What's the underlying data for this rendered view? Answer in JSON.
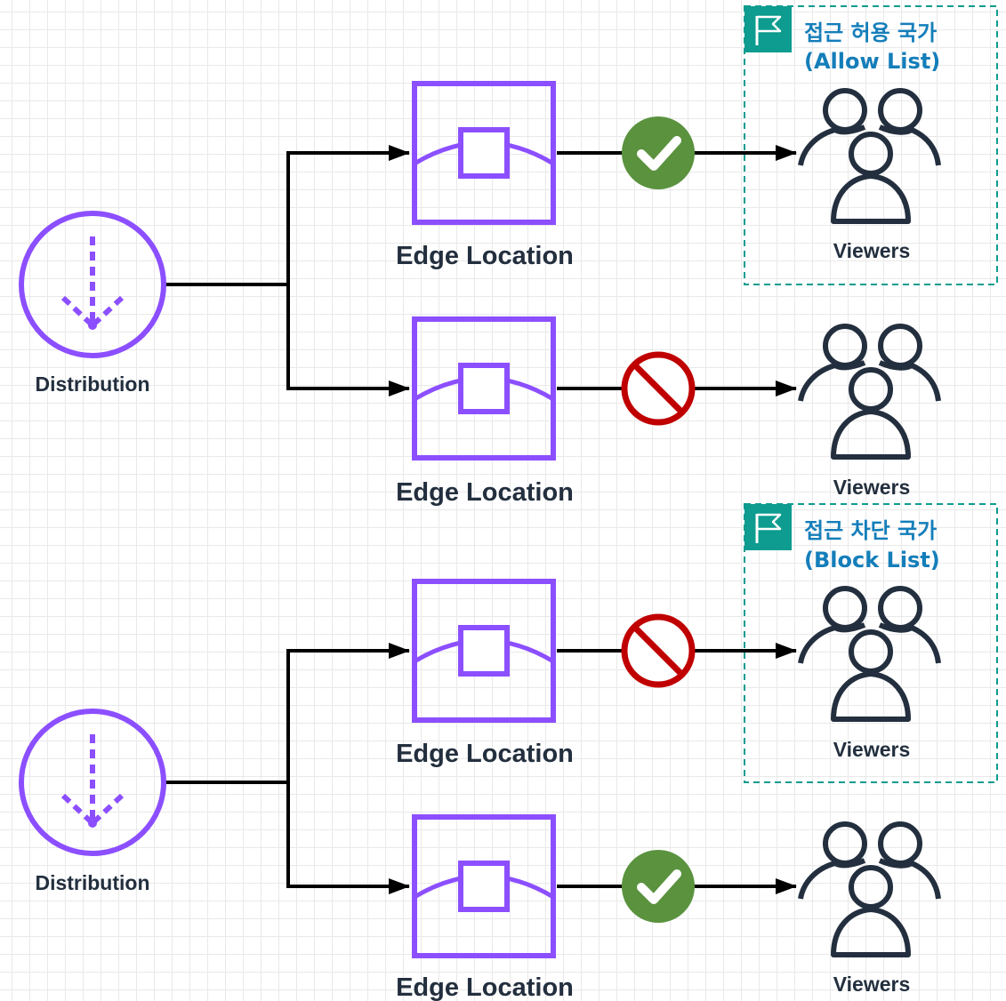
{
  "labels": {
    "distribution": "Distribution",
    "edge_location": "Edge Location",
    "viewers": "Viewers"
  },
  "groups": {
    "allow_title": "접근 허용 국가",
    "allow_subtitle": "(Allow List)",
    "block_title": "접근 차단 국가",
    "block_subtitle": "(Block List)"
  },
  "icons": {
    "distribution": "cloudfront-distribution-icon",
    "edge": "edge-location-icon",
    "viewers": "users-icon",
    "allowed": "check-circle-icon",
    "blocked": "prohibited-icon",
    "group": "flag-icon"
  },
  "colors": {
    "aws_purple": "#8c4fff",
    "allowed_green": "#5a923e",
    "blocked_red": "#c00000",
    "group_teal": "#0d9c8f",
    "group_text": "#147eba",
    "ink": "#232f3e"
  }
}
